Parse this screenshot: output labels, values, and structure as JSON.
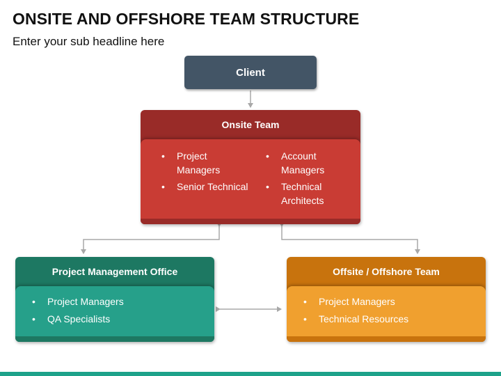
{
  "title": "ONSITE AND OFFSHORE TEAM STRUCTURE",
  "subtitle": "Enter your sub headline here",
  "colors": {
    "client": "#435566",
    "onsite_head": "#992B28",
    "onsite_body": "#C93C34",
    "pmo_head": "#1D7862",
    "pmo_body": "#26A08A",
    "offsite_head": "#C8730D",
    "offsite_body": "#F0A02F",
    "connector": "#A8A8A8",
    "footer": "#1EA28A"
  },
  "client": {
    "label": "Client"
  },
  "onsite": {
    "title": "Onsite Team",
    "col1": [
      "Project Managers",
      "Senior Technical"
    ],
    "col2": [
      "Account Managers",
      "Technical Architects"
    ]
  },
  "pmo": {
    "title": "Project Management Office",
    "items": [
      "Project Managers",
      "QA Specialists"
    ]
  },
  "offsite": {
    "title": "Offsite / Offshore Team",
    "items": [
      "Project Managers",
      "Technical Resources"
    ]
  }
}
